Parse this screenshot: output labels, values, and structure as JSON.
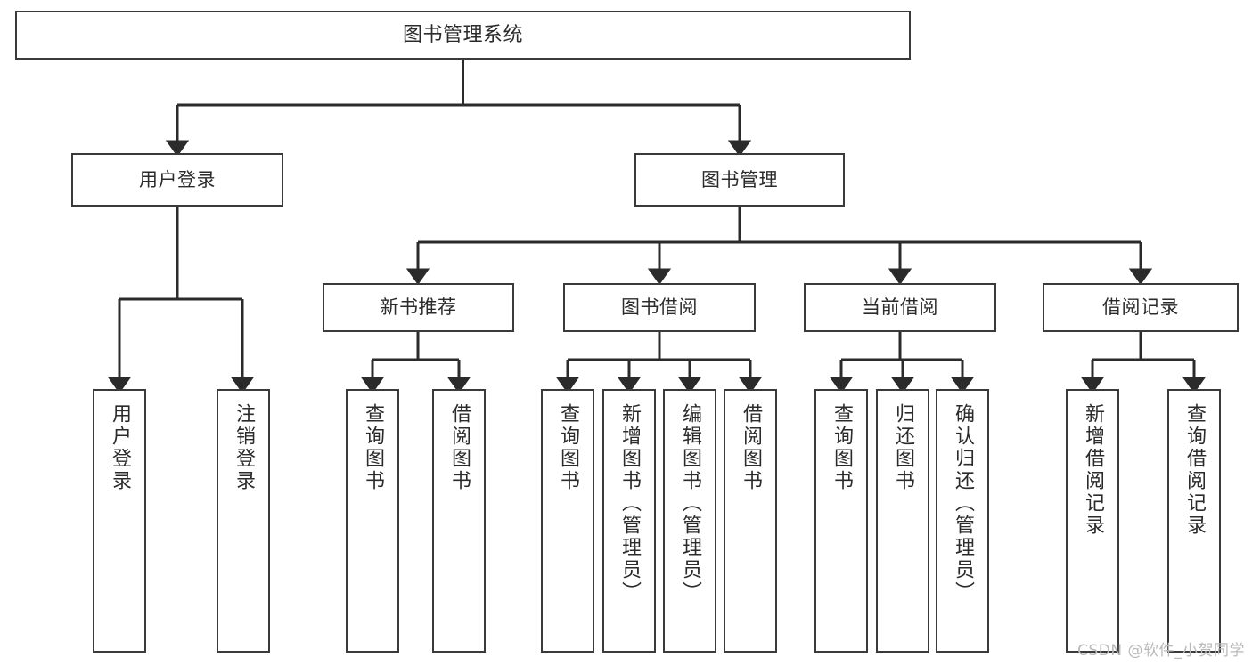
{
  "diagram": {
    "title": "图书管理系统",
    "type": "tree-hierarchy",
    "watermark": "CSDN @软件_小贺同学",
    "colors": {
      "background": "#ffffff",
      "box_border": "#3a3a3a",
      "box_fill": "#ffffff",
      "text": "#2b2b2b",
      "connector": "#2b2b2b",
      "watermark": "#b9b9b9"
    },
    "nodes": {
      "root": {
        "label": "图书管理系统"
      },
      "level1": [
        {
          "label": "用户登录"
        },
        {
          "label": "图书管理"
        }
      ],
      "level2": [
        {
          "label": "新书推荐"
        },
        {
          "label": "图书借阅"
        },
        {
          "label": "当前借阅"
        },
        {
          "label": "借阅记录"
        }
      ],
      "leaves_user_login": [
        {
          "label": "用户登录"
        },
        {
          "label": "注销登录"
        }
      ],
      "leaves_new_books": [
        {
          "label": "查询图书"
        },
        {
          "label": "借阅图书"
        }
      ],
      "leaves_borrow": [
        {
          "label": "查询图书"
        },
        {
          "label": "新增图书（管理员）"
        },
        {
          "label": "编辑图书（管理员）"
        },
        {
          "label": "借阅图书"
        }
      ],
      "leaves_current": [
        {
          "label": "查询图书"
        },
        {
          "label": "归还图书"
        },
        {
          "label": "确认归还（管理员）"
        }
      ],
      "leaves_records": [
        {
          "label": "新增借阅记录"
        },
        {
          "label": "查询借阅记录"
        }
      ]
    }
  }
}
